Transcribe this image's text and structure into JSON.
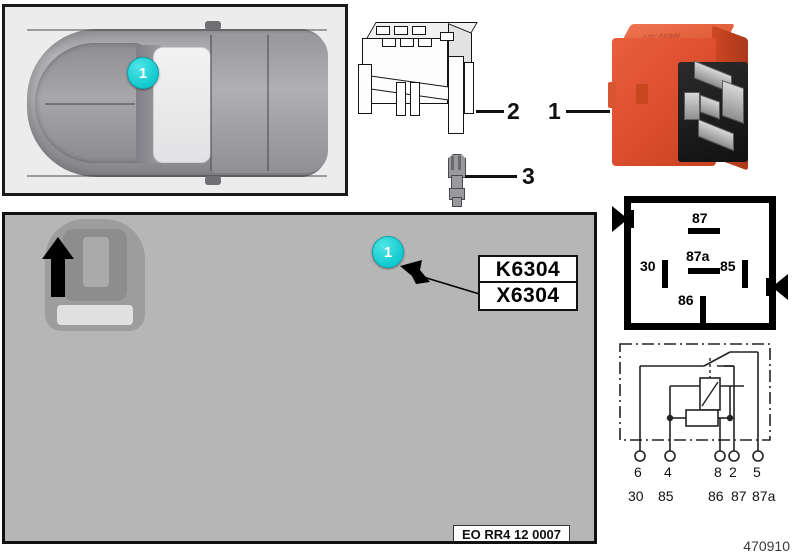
{
  "document": {
    "number": "470910",
    "photo_caption": "EO RR4 12 0007"
  },
  "callouts": {
    "car_panel": "1",
    "photo_panel": "1",
    "relay": "1",
    "connector_housing": "2",
    "terminal_pin": "3"
  },
  "photo_labels": {
    "relay_designation": "K6304",
    "connector_designation": "X6304"
  },
  "terminal_box": {
    "pin_87": "87",
    "pin_30": "30",
    "pin_87a": "87a",
    "pin_85": "85",
    "pin_86": "86"
  },
  "schematic": {
    "pins": [
      {
        "number": "6",
        "terminal": "30"
      },
      {
        "number": "4",
        "terminal": "85"
      },
      {
        "number": "8",
        "terminal": "86"
      },
      {
        "number": "2",
        "terminal": "87"
      },
      {
        "number": "5",
        "terminal": "87a"
      }
    ]
  },
  "colors": {
    "callout_cyan": "#12c9cf",
    "relay_orange": "#de5030",
    "line_black": "#111111"
  },
  "icons": {
    "inset_arrow": "up-arrow-icon",
    "photo_pointer": "arrow-left-icon"
  }
}
